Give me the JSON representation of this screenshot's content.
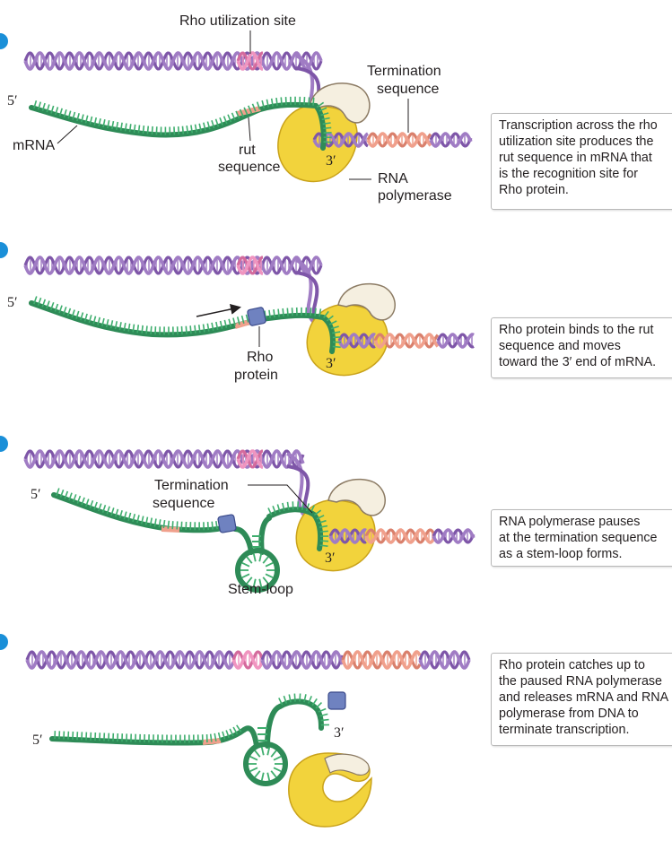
{
  "colors": {
    "dna": "#a07cc4",
    "dna_dark": "#7e56a8",
    "rut_site": "#f095c0",
    "termination": "#f0a08c",
    "mrna": "#2e8b57",
    "mrna_light": "#3fae6e",
    "polymerase": "#f2d33c",
    "rho": "#6f82c0",
    "step_marker": "#1a8fd8"
  },
  "panels": [
    {
      "labels": {
        "rho_site": "Rho utilization site",
        "term_seq": [
          "Termination",
          "sequence"
        ],
        "five_prime": "5′",
        "mrna": "mRNA",
        "rut": [
          "rut",
          "sequence"
        ],
        "three_prime": "3′",
        "rnap": [
          "RNA",
          "polymerase"
        ]
      },
      "caption": [
        "Transcription across the rho",
        "utilization site produces the",
        "rut sequence in mRNA that",
        "is the recognition site for",
        "Rho protein."
      ]
    },
    {
      "labels": {
        "five_prime": "5′",
        "rho": [
          "Rho",
          "protein"
        ],
        "three_prime": "3′"
      },
      "caption": [
        "Rho protein binds to the rut",
        "sequence and moves",
        "toward the 3′ end of mRNA."
      ]
    },
    {
      "labels": {
        "five_prime": "5′",
        "term_seq": [
          "Termination",
          "sequence"
        ],
        "stem_loop": "Stem-loop",
        "three_prime": "3′"
      },
      "caption": [
        "RNA polymerase pauses",
        "at the termination sequence",
        "as a stem-loop forms."
      ]
    },
    {
      "labels": {
        "five_prime": "5′",
        "three_prime": "3′"
      },
      "caption": [
        "Rho protein catches up to",
        "the paused RNA polymerase",
        "and releases mRNA and RNA",
        "polymerase from DNA to",
        "terminate transcription."
      ]
    }
  ]
}
